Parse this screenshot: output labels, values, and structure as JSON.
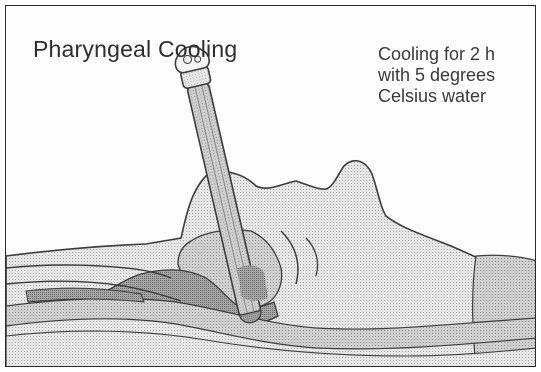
{
  "figure": {
    "title": "Pharyngeal Cooling",
    "caption_lines": [
      "Cooling for 2 h",
      "with 5 degrees",
      "Celsius water"
    ]
  },
  "colors": {
    "border": "#2b2b2b",
    "tissue_light": "#ececec",
    "tissue_mid": "#d2d2d2",
    "tissue_dark": "#9c9c9c",
    "outline": "#3c3c3c",
    "text": "#2e2e2e"
  }
}
